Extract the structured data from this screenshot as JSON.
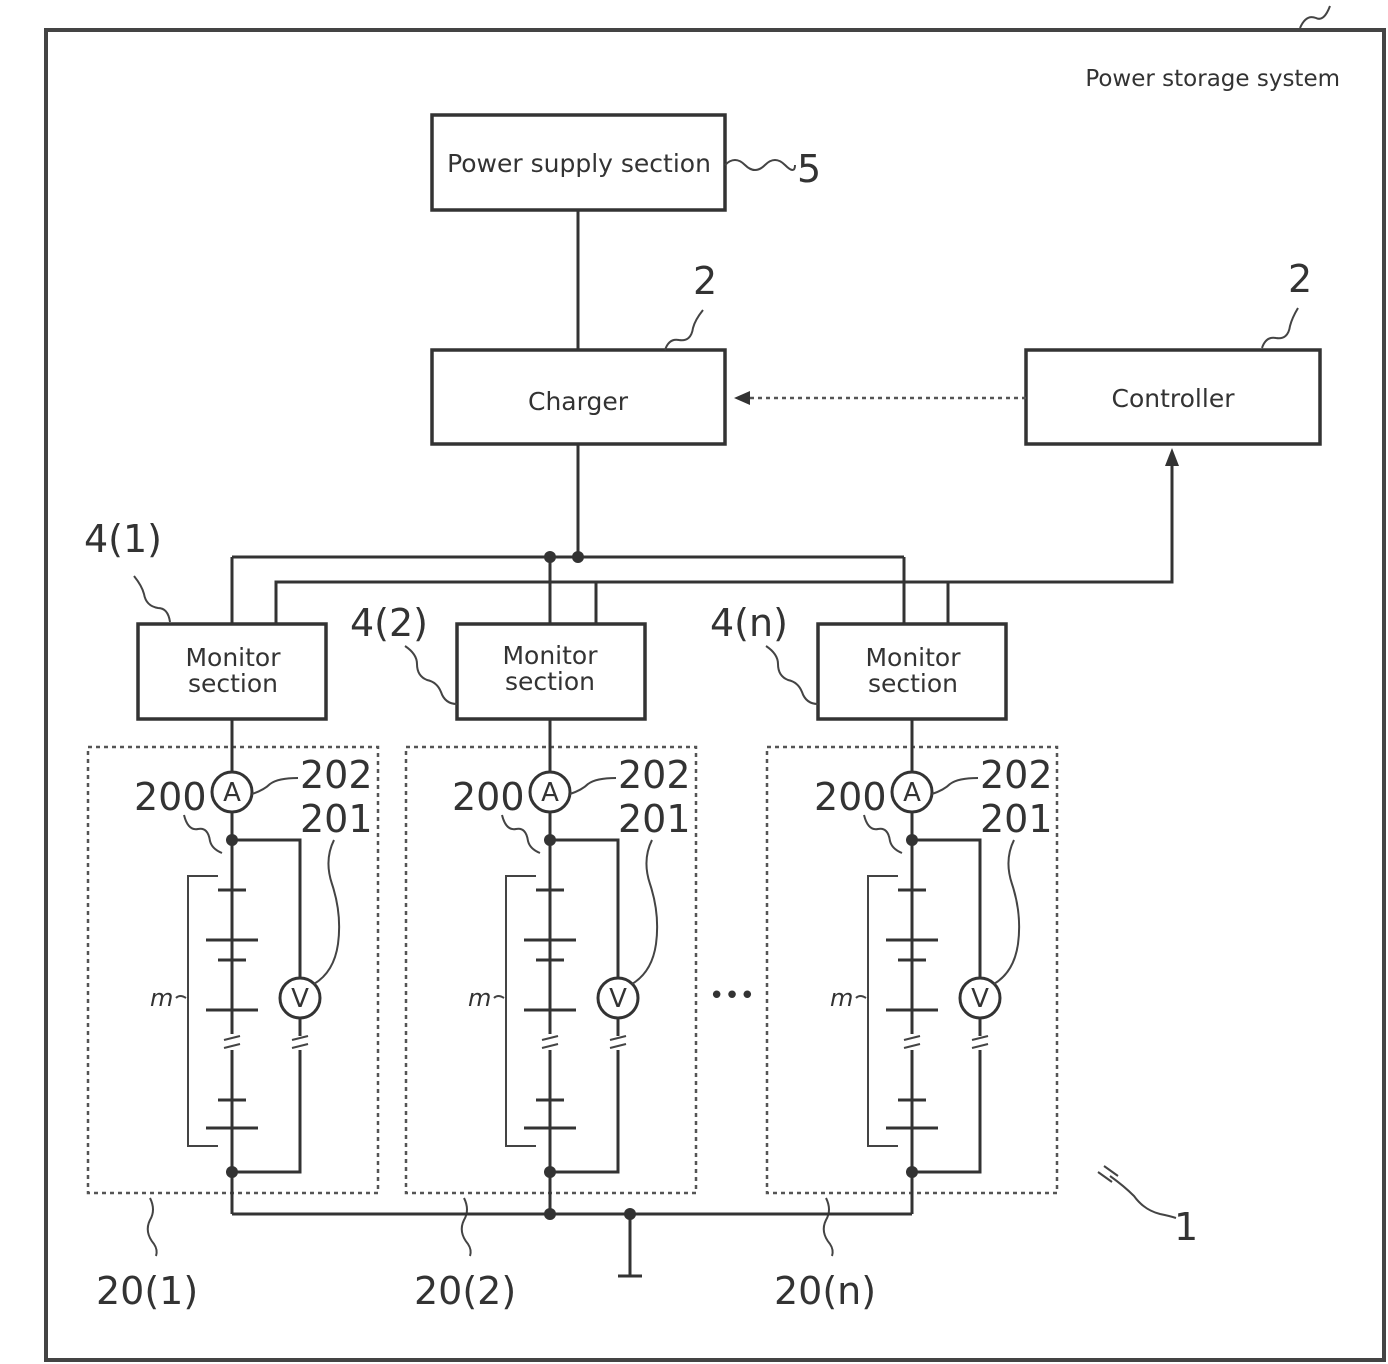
{
  "system_label": "Power storage system",
  "power_supply": {
    "label": "Power supply section",
    "ref": "5"
  },
  "charger": {
    "label": "Charger",
    "ref": "2"
  },
  "controller": {
    "label": "Controller",
    "ref": "2"
  },
  "monitors": [
    {
      "line1": "Monitor",
      "line2": "section",
      "ref": "4(1)"
    },
    {
      "line1": "Monitor",
      "line2": "section",
      "ref": "4(2)"
    },
    {
      "line1": "Monitor",
      "line2": "section",
      "ref": "4(n)"
    }
  ],
  "modules": [
    {
      "ref": "20(1)",
      "cells_ref": "200",
      "voltmeter_ref": "201",
      "ammeter_ref": "202",
      "count_label": "m",
      "ammeter_symbol": "A",
      "voltmeter_symbol": "V"
    },
    {
      "ref": "20(2)",
      "cells_ref": "200",
      "voltmeter_ref": "201",
      "ammeter_ref": "202",
      "count_label": "m",
      "ammeter_symbol": "A",
      "voltmeter_symbol": "V"
    },
    {
      "ref": "20(n)",
      "cells_ref": "200",
      "voltmeter_ref": "201",
      "ammeter_ref": "202",
      "count_label": "m",
      "ammeter_symbol": "A",
      "voltmeter_symbol": "V"
    }
  ],
  "ellipsis": "•••",
  "group_ref": "1"
}
